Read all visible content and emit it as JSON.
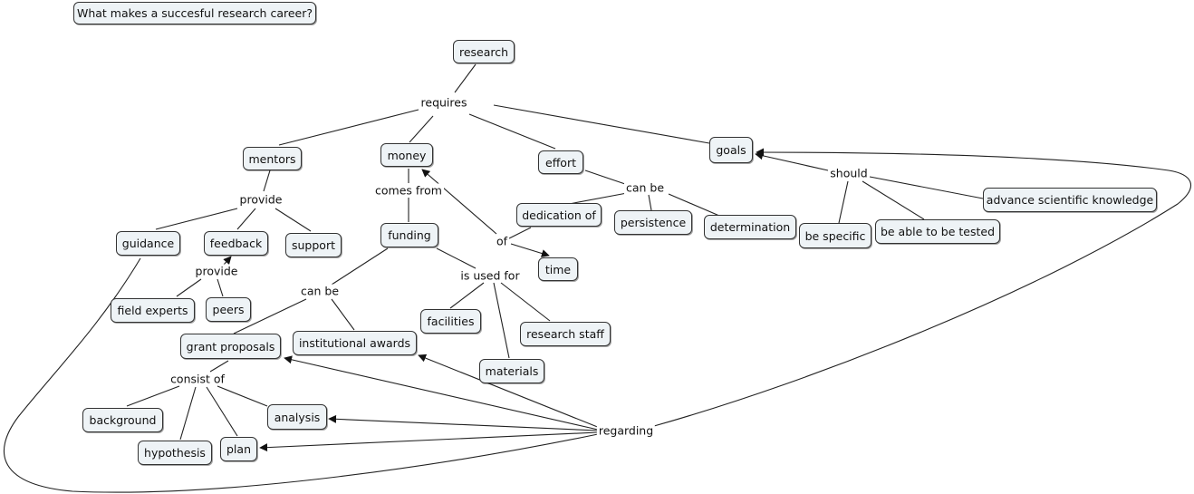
{
  "title": "What makes a succesful research career?",
  "concepts": {
    "research": "research",
    "mentors": "mentors",
    "money": "money",
    "effort": "effort",
    "goals": "goals",
    "guidance": "guidance",
    "feedback": "feedback",
    "support": "support",
    "field_experts": "field experts",
    "peers": "peers",
    "funding": "funding",
    "time": "time",
    "dedication_of": "dedication of",
    "persistence": "persistence",
    "determination": "determination",
    "be_specific": "be specific",
    "be_able_to_be_tested": "be able to be tested",
    "advance_scientific_knowledge": "advance scientific knowledge",
    "grant_proposals": "grant proposals",
    "institutional_awards": "institutional awards",
    "facilities": "facilities",
    "research_staff": "research staff",
    "materials": "materials",
    "background": "background",
    "hypothesis": "hypothesis",
    "plan": "plan",
    "analysis": "analysis"
  },
  "linking_phrases": {
    "requires": "requires",
    "provide_mentors": "provide",
    "provide_feedback": "provide",
    "comes_from": "comes from",
    "of": "of",
    "can_be_effort": "can be",
    "should": "should",
    "can_be_funding": "can be",
    "is_used_for": "is used for",
    "consist_of": "consist of",
    "regarding": "regarding"
  }
}
